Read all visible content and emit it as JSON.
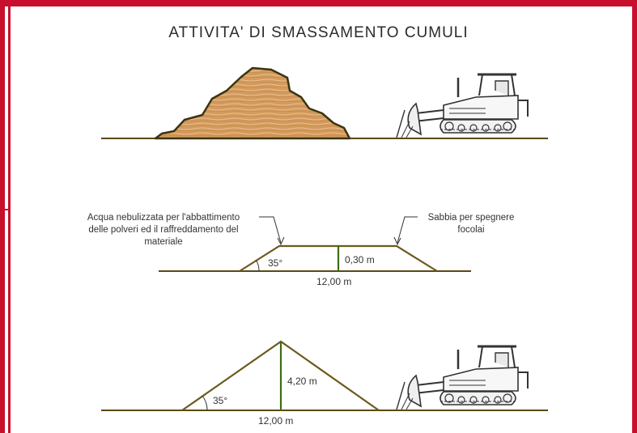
{
  "title": "ATTIVITA'  DI  SMASSAMENTO  CUMULI",
  "colors": {
    "frame": "#c8102e",
    "ground": "#5a4a14",
    "pile_fill": "#d49a5c",
    "pile_stroke": "#3b3410",
    "profile_line": "#6b5a1e",
    "dimension_line": "#3c6d12"
  },
  "annotations": {
    "water_label": [
      "Acqua nebulizzata per l'abbattimento",
      "delle polveri ed il raffreddamento del",
      "materiale"
    ],
    "sand_label": [
      "Sabbia per spegnere",
      "focolai"
    ]
  },
  "flat_pile": {
    "angle": "35°",
    "height": "0,30 m",
    "width": "12,00 m"
  },
  "tall_pile": {
    "angle": "35°",
    "height": "4,20 m",
    "width": "12,00 m"
  }
}
